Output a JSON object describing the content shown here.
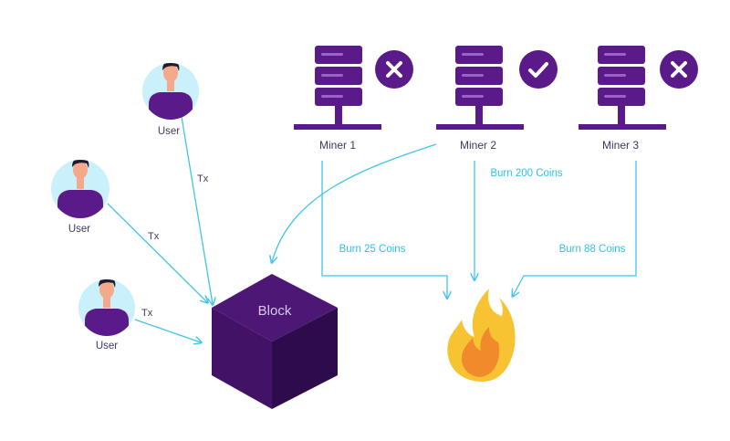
{
  "colors": {
    "purple": "#5b1a8a",
    "purple_dark": "#3c0d60",
    "arrow": "#42c4e8",
    "avatar_bg": "#c9f0fb",
    "skin": "#f3a98a",
    "hair": "#1e1b2e",
    "flame_outer": "#f8c332",
    "flame_inner": "#f08a2a"
  },
  "users": [
    {
      "label": "User",
      "tx_label": "Tx"
    },
    {
      "label": "User",
      "tx_label": "Tx"
    },
    {
      "label": "User",
      "tx_label": "Tx"
    }
  ],
  "miners": [
    {
      "label": "Miner 1",
      "status": "rejected",
      "status_icon": "x-icon",
      "burn_label": "Burn 25 Coins"
    },
    {
      "label": "Miner 2",
      "status": "accepted",
      "status_icon": "check-icon",
      "burn_label": "Burn 200 Coins"
    },
    {
      "label": "Miner 3",
      "status": "rejected",
      "status_icon": "x-icon",
      "burn_label": "Burn 88 Coins"
    }
  ],
  "block": {
    "label": "Block"
  },
  "burn": {
    "icon": "fire-icon"
  }
}
